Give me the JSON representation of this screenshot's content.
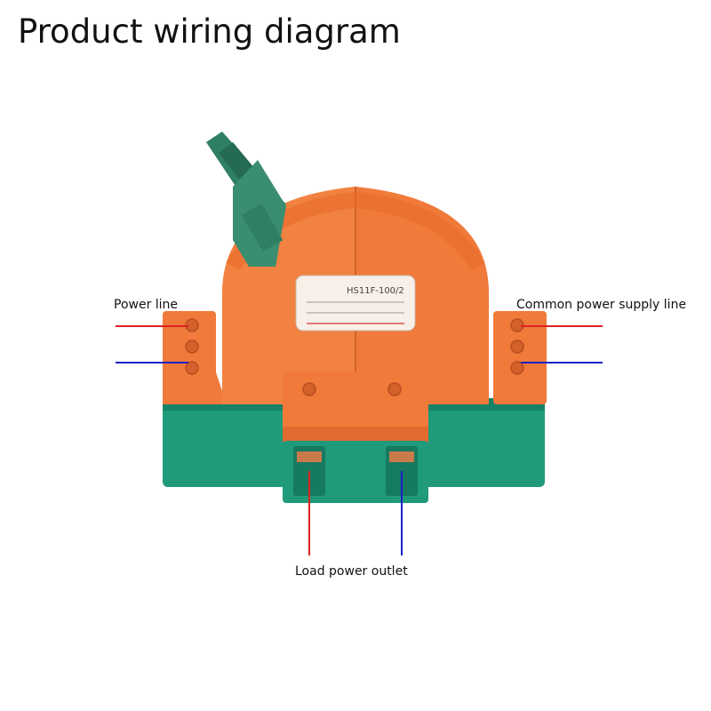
{
  "title": "Product wiring diagram",
  "labels": {
    "power_line": "Power line",
    "common_power_supply_line": "Common power supply line",
    "load_power_outlet": "Load power outlet"
  },
  "device": {
    "model": "HS11F-100/2"
  },
  "colors": {
    "body_orange": "#f07a3a",
    "base_green": "#1f9a7a",
    "handle_green": "#2f7f64",
    "wire_red": "#e02020",
    "wire_blue": "#1a22c8"
  }
}
